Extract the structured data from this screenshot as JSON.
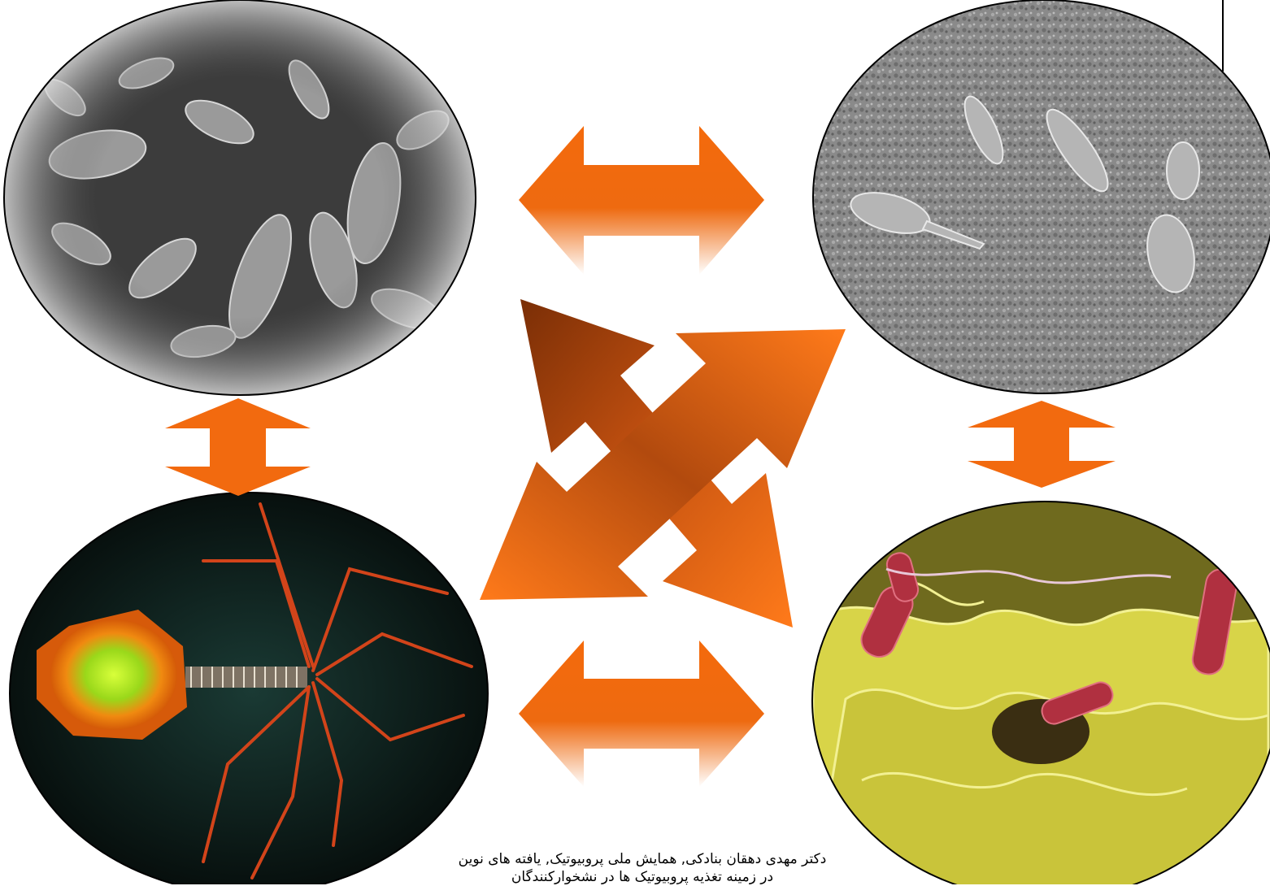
{
  "colors": {
    "arrow_orange": "#f26a0f",
    "arrow_dark": "#7a2e06",
    "outline": "#000000"
  },
  "images": [
    {
      "name": "bacteria-sem-gray",
      "description_icon": "rod-bacteria-icon"
    },
    {
      "name": "yeast-sem-gray",
      "description_icon": "yeast-cells-icon"
    },
    {
      "name": "bacteriophage-colored",
      "description_icon": "phage-icon"
    },
    {
      "name": "salmonella-invading-cells",
      "description_icon": "invading-bacteria-icon"
    }
  ],
  "caption": {
    "line1": "دکتر مهدی دهقان بنادکی, همایش ملی پروبیوتیک, یافته های نوین",
    "line2": "در زمینه تغذیه پروبیوتیک ها در نشخوارکنندگان"
  }
}
